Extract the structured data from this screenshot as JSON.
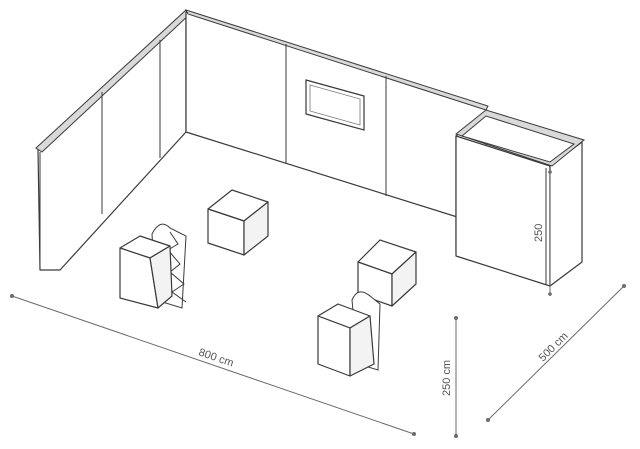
{
  "dimensions": {
    "width_label": "800 cm",
    "depth_label": "500 cm",
    "height_label": "250 cm",
    "storage_height_label": "250"
  }
}
